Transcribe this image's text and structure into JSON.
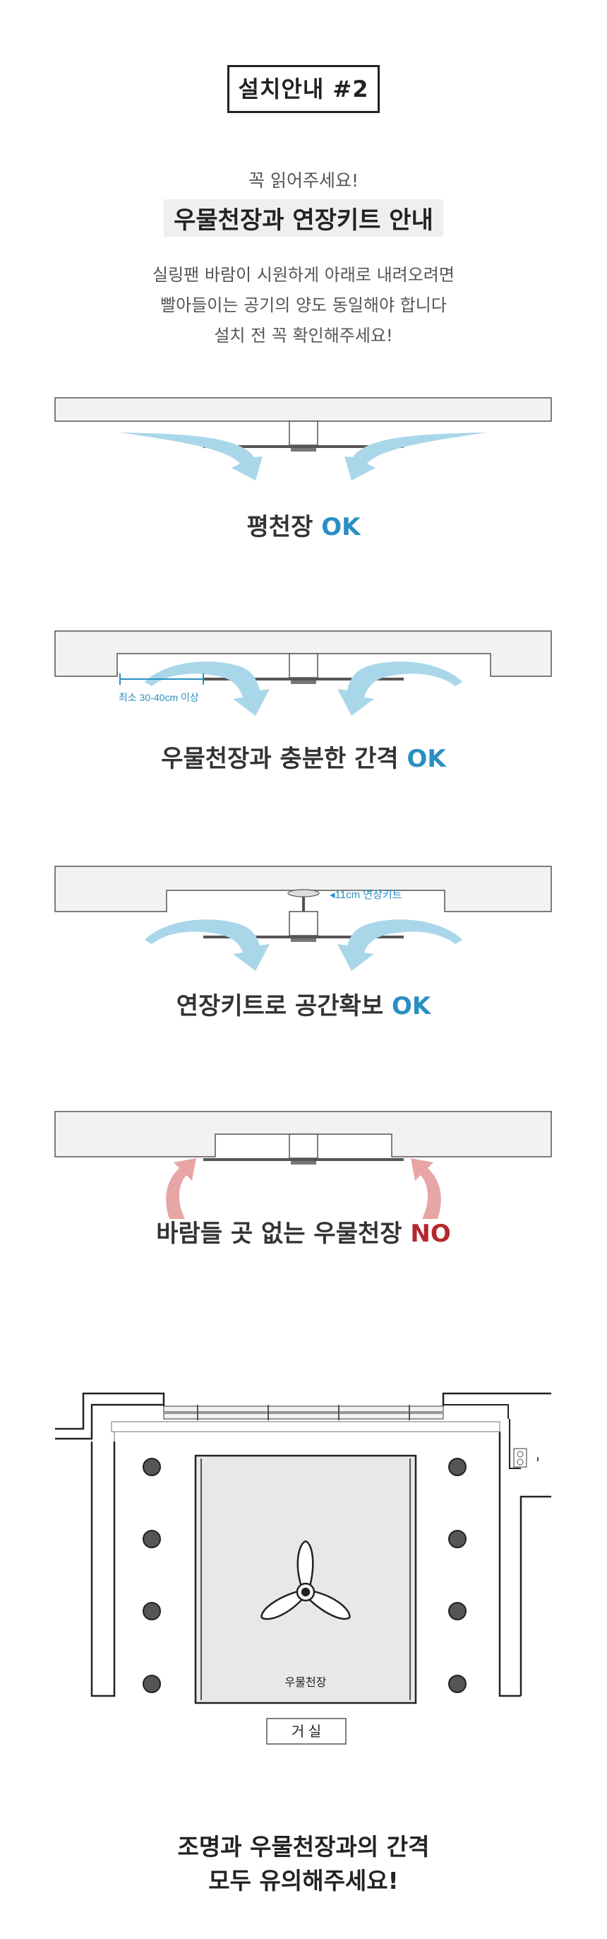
{
  "header": {
    "badge": "설치안내 #2",
    "sub": "꼭 읽어주세요!",
    "headline": "우물천장과 연장키트 안내",
    "desc": [
      "실링팬 바람이 시원하게 아래로 내려오려면",
      "빨아들이는 공기의 양도 동일해야 합니다",
      "설치 전 꼭 확인해주세요!"
    ]
  },
  "cases": [
    {
      "caption": "평천장",
      "status": "OK"
    },
    {
      "caption": "우물천장과 충분한 간격",
      "status": "OK",
      "note": "최소 30-40cm 이상"
    },
    {
      "caption": "연장키트로 공간확보",
      "status": "OK",
      "note": "◂11cm 연장키트"
    },
    {
      "caption": "바람들 곳 없는 우물천장",
      "status": "NO"
    }
  ],
  "floorplan": {
    "ceiling_label": "우물천장",
    "room_label": "거 실"
  },
  "footer": [
    "조명과 우물천장과의 간격",
    "모두 유의해주세요!"
  ],
  "colors": {
    "ok": "#2a8fc2",
    "no": "#b3282d",
    "airflow": "#a9d7e9",
    "intake": "#e8a5a5"
  }
}
